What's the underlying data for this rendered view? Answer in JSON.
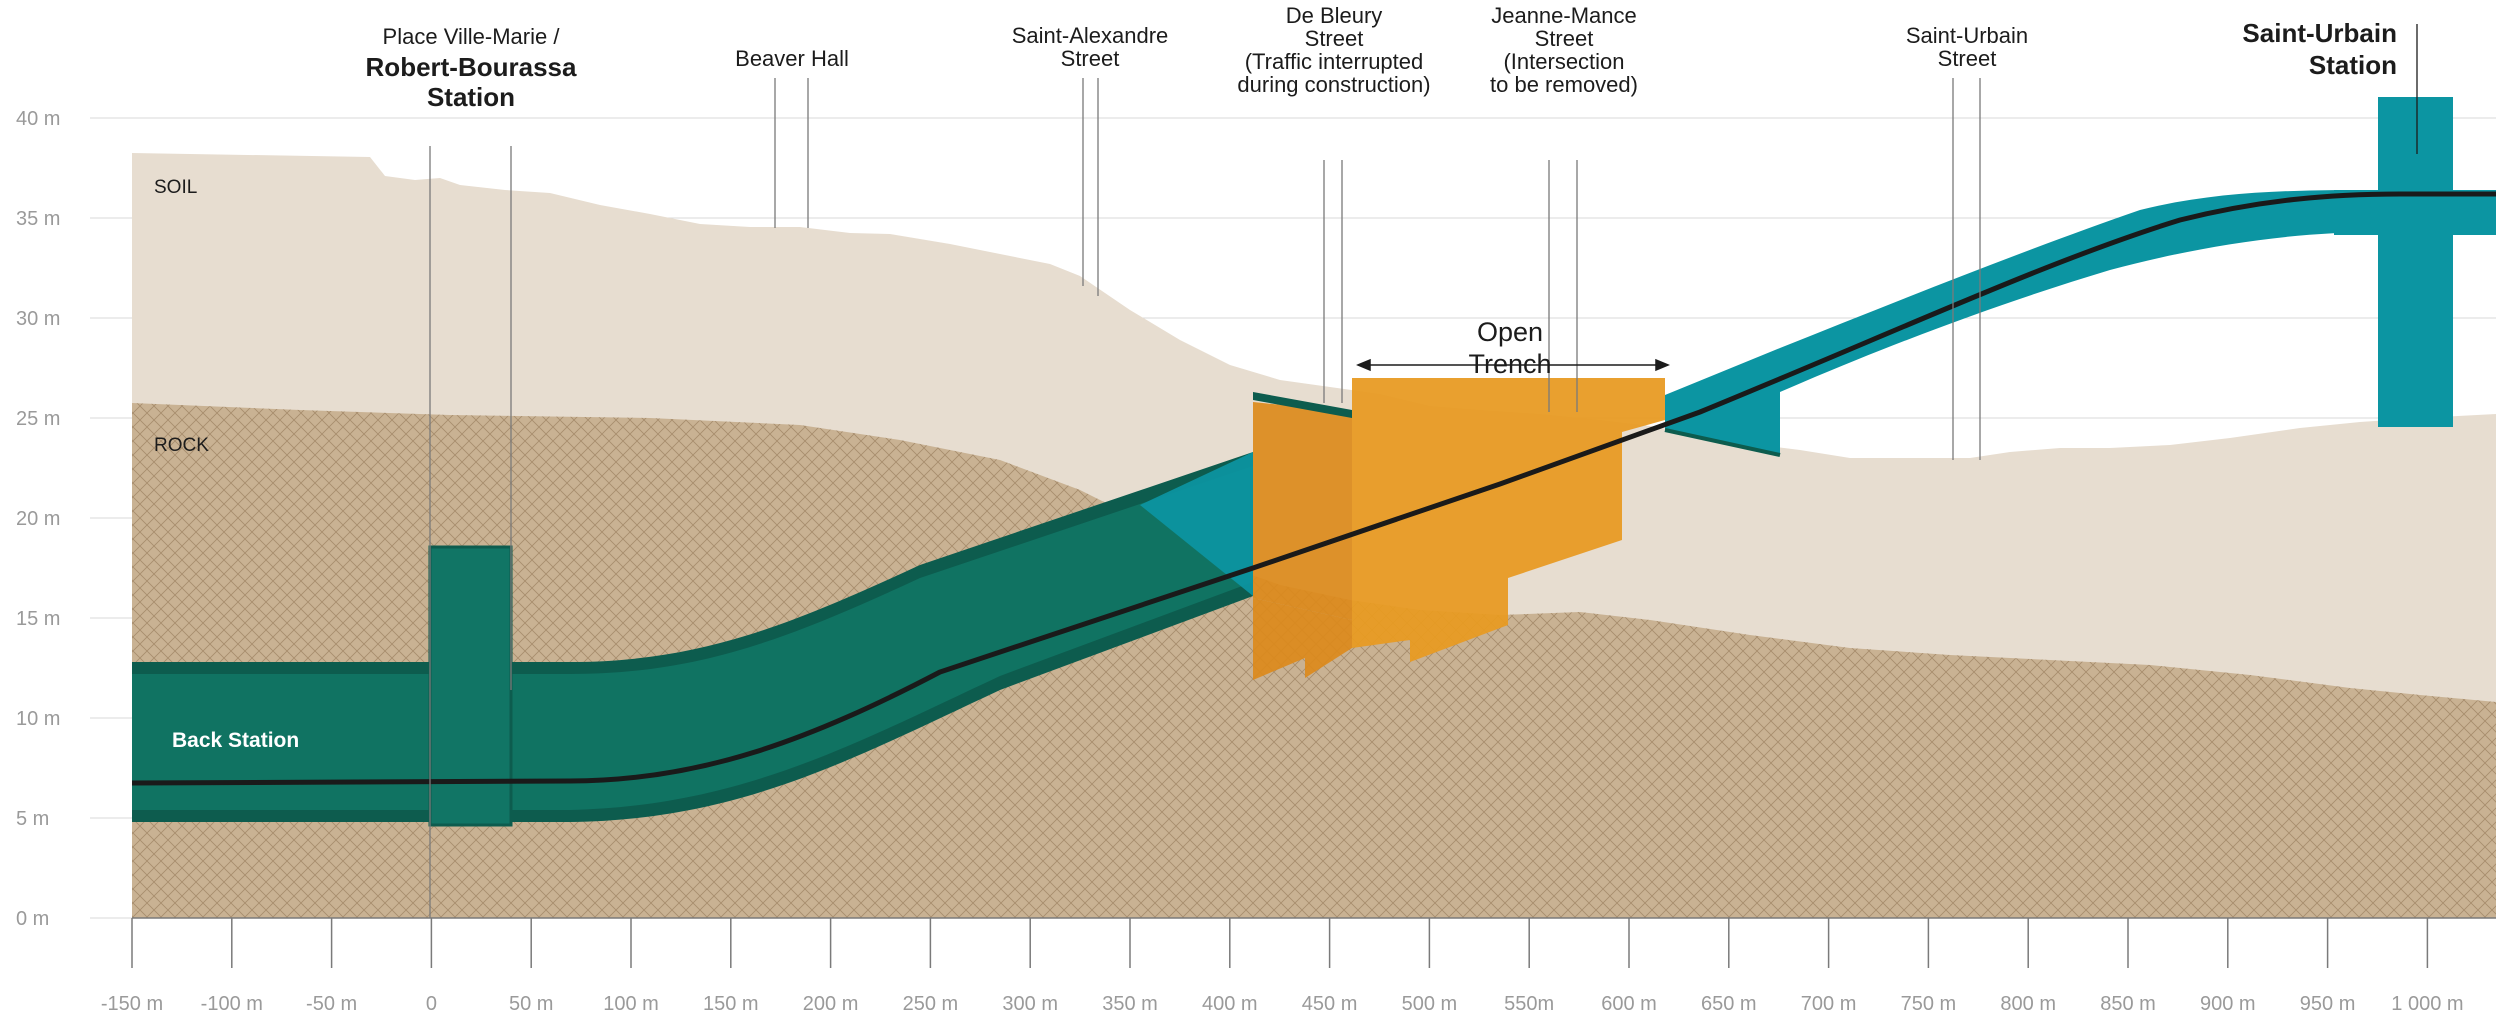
{
  "colors": {
    "soil": "#e7ddd0",
    "rock": "#c9b293",
    "tunnel_dark": "#0d5c4e",
    "tunnel_mid": "#117565",
    "tunnel_light": "#0c95a2",
    "trench": "#e89a22",
    "track": "#1a1a1a",
    "axis": "#9a9a9a"
  },
  "axes": {
    "y_ticks": [
      "0 m",
      "5 m",
      "10 m",
      "15 m",
      "20 m",
      "25 m",
      "30 m",
      "35 m",
      "40 m"
    ],
    "x_ticks": [
      "-150 m",
      "-100 m",
      "-50 m",
      "0",
      "50 m",
      "100 m",
      "150 m",
      "200 m",
      "250 m",
      "300 m",
      "350 m",
      "400 m",
      "450 m",
      "500 m",
      "550m",
      "600 m",
      "650 m",
      "700 m",
      "750 m",
      "800 m",
      "850 m",
      "900 m",
      "950 m",
      "1 000 m"
    ]
  },
  "labels": {
    "soil": "SOIL",
    "rock": "ROCK",
    "back_station": "Back Station",
    "open_trench_line1": "Open",
    "open_trench_line2": "Trench"
  },
  "stations": {
    "robert_bourassa_prefix": "Place Ville-Marie /",
    "robert_bourassa_line1": "Robert-Bourassa",
    "robert_bourassa_line2": "Station",
    "saint_urbain_line1": "Saint-Urbain",
    "saint_urbain_line2": "Station"
  },
  "streets": {
    "beaver_hall": "Beaver Hall",
    "saint_alexandre_line1": "Saint-Alexandre",
    "saint_alexandre_line2": "Street",
    "de_bleury_line1": "De Bleury",
    "de_bleury_line2": "Street",
    "de_bleury_line3": "(Traffic interrupted",
    "de_bleury_line4": "during construction)",
    "jeanne_mance_line1": "Jeanne-Mance",
    "jeanne_mance_line2": "Street",
    "jeanne_mance_line3": "(Intersection",
    "jeanne_mance_line4": "to be removed)",
    "saint_urbain_line1": "Saint-Urbain",
    "saint_urbain_line2": "Street"
  }
}
